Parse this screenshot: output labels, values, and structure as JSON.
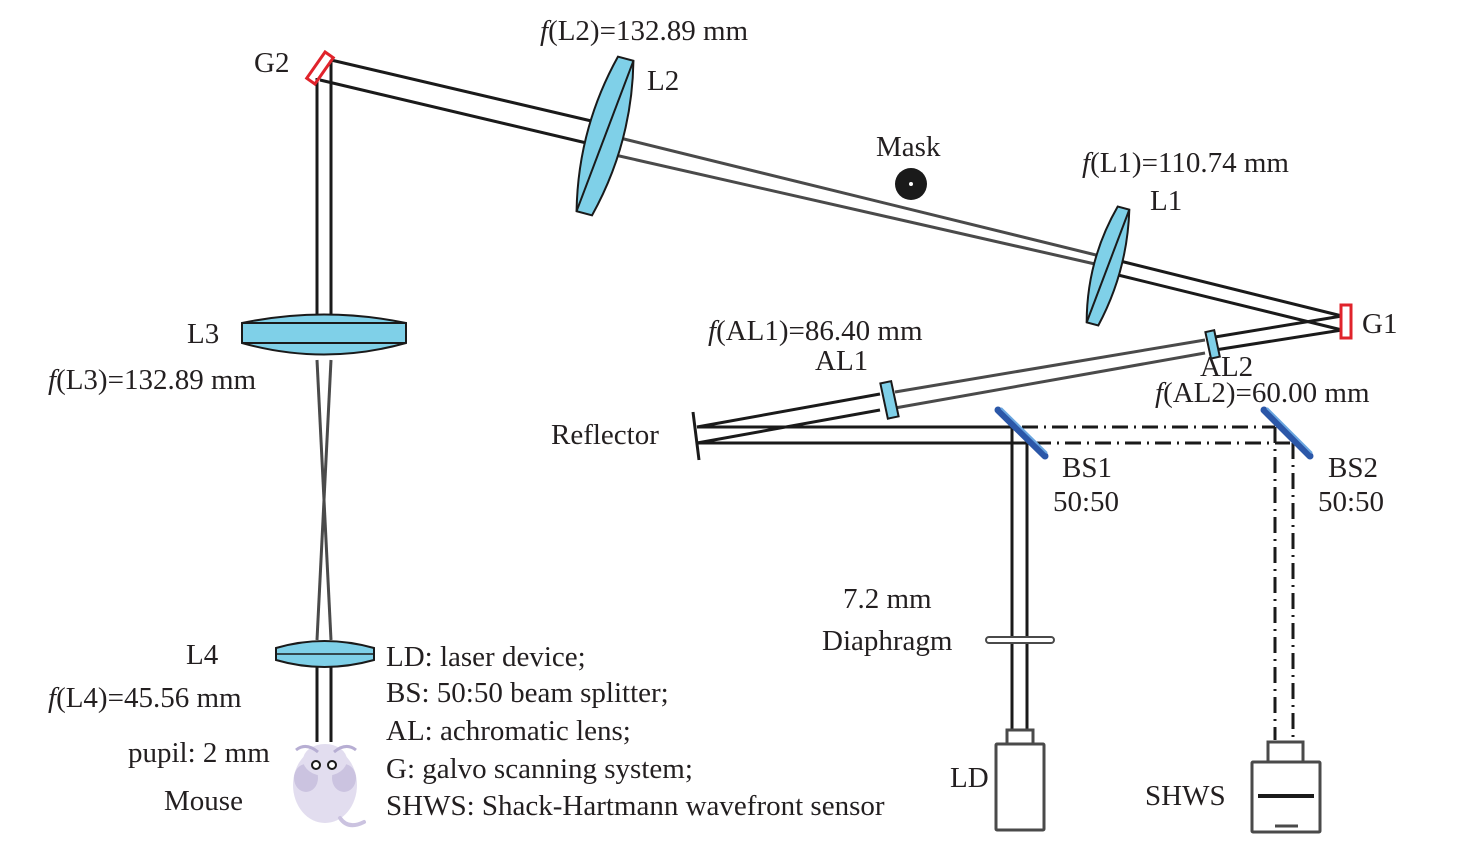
{
  "title": "Optical setup schematic for mouse retinal imaging with wavefront sensing",
  "colors": {
    "lens_fill": "#7fd0e8",
    "galvo": "#e0232b",
    "beam_splitter": "#2b57a8",
    "beam": "#1a1a1a",
    "mouse": "#d9d4ea"
  },
  "components": {
    "g2": {
      "label": "G2"
    },
    "g1": {
      "label": "G1"
    },
    "l2": {
      "label": "L2",
      "focal": "f",
      "focal_rest": "(L2)=132.89 mm"
    },
    "l1": {
      "label": "L1",
      "focal": "f",
      "focal_rest": "(L1)=110.74 mm"
    },
    "l3": {
      "label": "L3",
      "focal": "f",
      "focal_rest": "(L3)=132.89 mm"
    },
    "l4": {
      "label": "L4",
      "focal": "f",
      "focal_rest": "(L4)=45.56 mm"
    },
    "al1": {
      "label": "AL1",
      "focal": "f",
      "focal_rest": "(AL1)=86.40 mm"
    },
    "al2": {
      "label": "AL2",
      "focal": "f",
      "focal_rest": "(AL2)=60.00 mm"
    },
    "mask": {
      "label": "Mask"
    },
    "reflector": {
      "label": "Reflector"
    },
    "bs1": {
      "label": "BS1",
      "ratio": "50:50"
    },
    "bs2": {
      "label": "BS2",
      "ratio": "50:50"
    },
    "diaphragm": {
      "label": "Diaphragm",
      "size": "7.2 mm"
    },
    "ld": {
      "label": "LD"
    },
    "shws": {
      "label": "SHWS"
    },
    "mouse": {
      "label": "Mouse",
      "pupil": "pupil: 2 mm"
    }
  },
  "legend": [
    "LD: laser device;",
    "BS: 50:50 beam splitter;",
    "AL: achromatic lens;",
    "G: galvo scanning system;",
    "SHWS: Shack-Hartmann wavefront sensor"
  ]
}
